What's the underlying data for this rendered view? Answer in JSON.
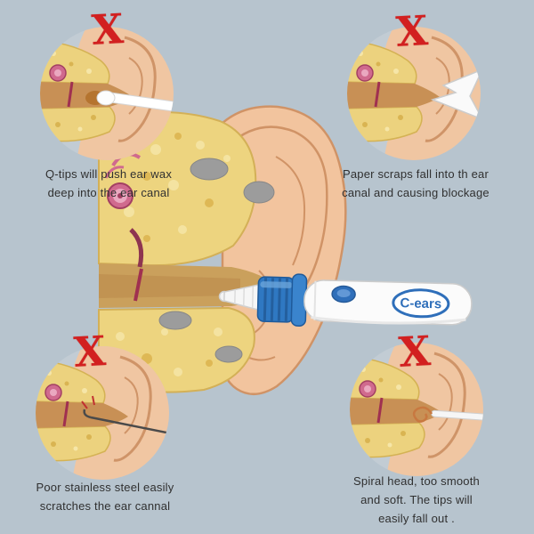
{
  "page": {
    "background": "#b7c4ce"
  },
  "colors": {
    "x_mark": "#d22020",
    "skin": "#f2c49e",
    "skin_outline": "#d09366",
    "bone": "#edd47f",
    "ear_canal": "#caa05c",
    "device_blue": "#2f78c2",
    "brand_blue": "#2f6fba",
    "caption_text": "#303030"
  },
  "icons": {
    "x_mark": "X"
  },
  "device": {
    "brand": "C-ears"
  },
  "warnings": {
    "top_left": {
      "lines": [
        "Q-tips will push ear wax",
        "deep into the ear canal"
      ]
    },
    "top_right": {
      "lines": [
        "Paper scraps fall into th ear",
        "canal and causing blockage"
      ]
    },
    "bottom_left": {
      "lines": [
        "Poor stainless steel easily",
        "scratches the ear cannal"
      ]
    },
    "bottom_right": {
      "lines": [
        "Spiral head, too smooth",
        "and soft. The tips will",
        "easily fall out ."
      ]
    }
  }
}
